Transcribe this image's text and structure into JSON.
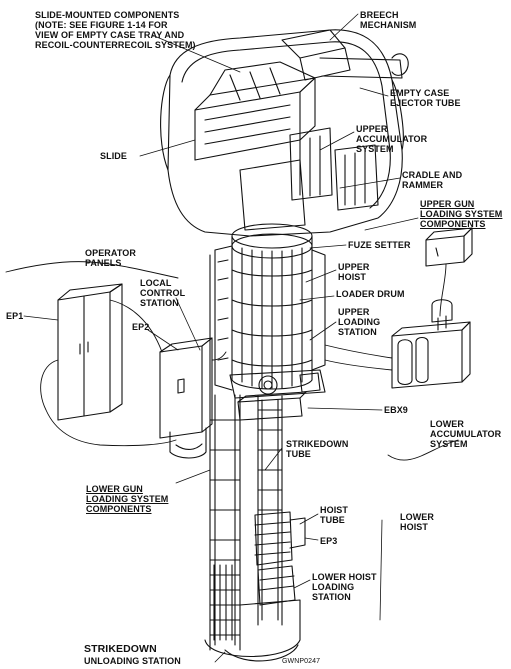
{
  "labels": {
    "slide_mounted": "SLIDE-MOUNTED COMPONENTS\n(NOTE: SEE FIGURE 1-14 FOR\nVIEW OF EMPTY CASE TRAY AND\nRECOIL-COUNTERRECOIL SYSTEM)",
    "breech": "BREECH\nMECHANISM",
    "empty_case": "EMPTY CASE\nEJECTOR TUBE",
    "slide": "SLIDE",
    "upper_accumulator": "UPPER\nACCUMULATOR\nSYSTEM",
    "cradle_rammer": "CRADLE AND\nRAMMER",
    "upper_gun_loading": "UPPER GUN\nLOADING SYSTEM\nCOMPONENTS",
    "operator_panels": "OPERATOR\nPANELS",
    "fuze_setter": "FUZE SETTER",
    "upper_hoist": "UPPER\nHOIST",
    "local_control": "LOCAL\nCONTROL\nSTATION",
    "loader_drum": "LOADER DRUM",
    "ep1": "EP1",
    "ep2": "EP2",
    "upper_loading_station": "UPPER\nLOADING\nSTATION",
    "ebx9": "EBX9",
    "lower_accumulator": "LOWER\nACCUMULATOR\nSYSTEM",
    "strikedown_tube": "STRIKEDOWN\nTUBE",
    "lower_gun_loading": "LOWER GUN\nLOADING SYSTEM\nCOMPONENTS",
    "hoist_tube": "HOIST\nTUBE",
    "lower_hoist": "LOWER\nHOIST",
    "ep3": "EP3",
    "lower_hoist_loading": "LOWER HOIST\nLOADING\nSTATION",
    "strikedown_unloading_1": "STRIKEDOWN",
    "strikedown_unloading_2": "UNLOADING STATION",
    "figure_id": "GWNP0247"
  }
}
